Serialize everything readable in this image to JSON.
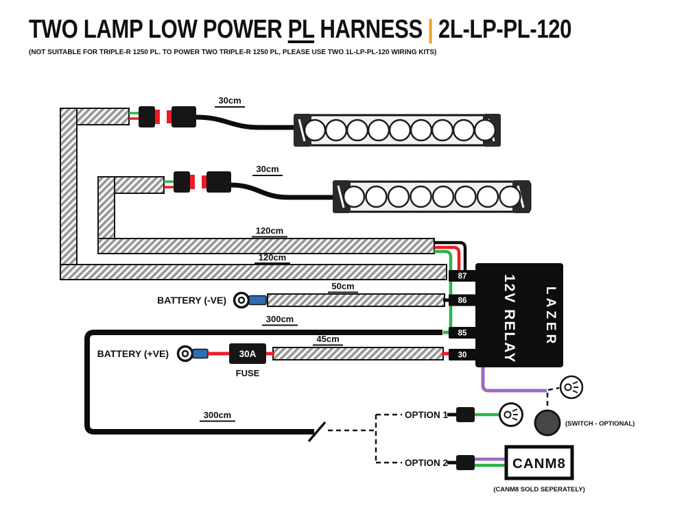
{
  "title": {
    "main": "TWO LAMP LOW POWER ",
    "pl": "PL",
    "rest": " HARNESS",
    "sep": "|",
    "code": "2L-LP-PL-120",
    "subtitle": "(NOT SUITABLE FOR TRIPLE-R 1250 PL. TO POWER TWO TRIPLE-R 1250 PL, PLEASE USE TWO 1L-LP-PL-120 WIRING KITS)"
  },
  "colors": {
    "orange": "#F5A21B",
    "green": "#2FB34C",
    "red": "#EC1C24",
    "purple": "#9B6BC0",
    "blue": "#2E6DB4",
    "braid": "#969696",
    "braidbg": "#f5f5f5"
  },
  "labels": {
    "dim_lamp1": "30cm",
    "dim_lamp2": "30cm",
    "dim_run1": "120cm",
    "dim_run2": "120cm",
    "dim_neg": "50cm",
    "dim_trigger": "300cm",
    "dim_pos": "45cm",
    "dim_lower": "300cm",
    "battery_neg": "BATTERY (-VE)",
    "battery_pos": "BATTERY (+VE)",
    "fuse_amp": "30A",
    "fuse": "FUSE",
    "relay_name": "12V RELAY",
    "relay_brand": "LAZER",
    "pin_87": "87",
    "pin_86": "86",
    "pin_85": "85",
    "pin_30": "30",
    "option1": "OPTION 1",
    "option2": "OPTION 2",
    "switch_note": "(SWITCH - OPTIONAL)",
    "canm8": "CANM8",
    "canm8_note": "(CANM8 SOLD SEPERATELY)"
  }
}
